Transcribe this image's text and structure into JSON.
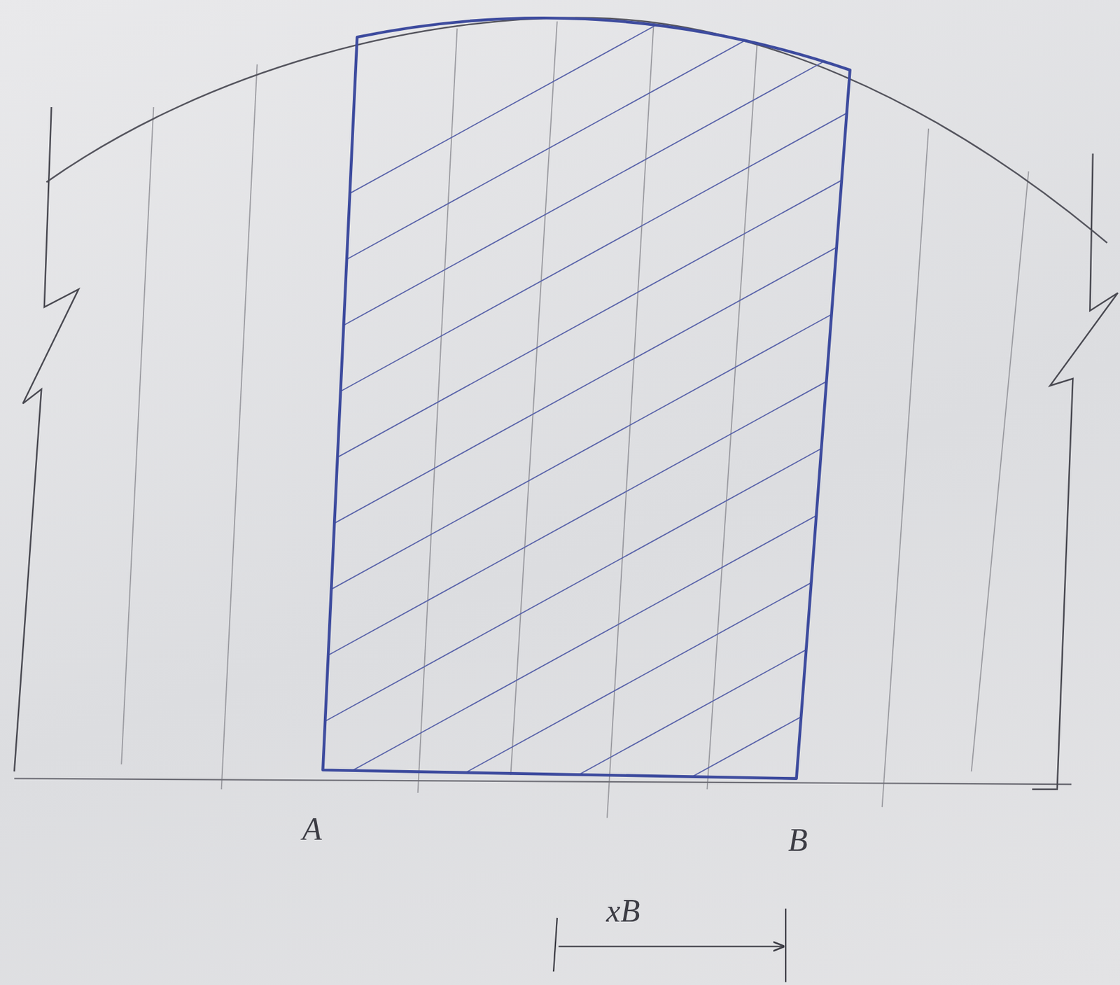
{
  "diagram": {
    "labels": [
      "A",
      "B",
      "xB"
    ]
  }
}
